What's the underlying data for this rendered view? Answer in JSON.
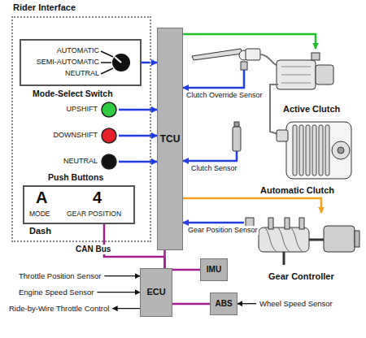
{
  "diagram": {
    "nodes": [
      {
        "text": [
          "Rider Interface"
        ]
      },
      {
        "text": [
          "AUTOMATIC",
          "SEMI-AUTOMATIC",
          "NEUTRAL",
          "Mode-Select Switch"
        ],
        "in": 0
      },
      {
        "text": [
          "UPSHIFT"
        ],
        "in": 0
      },
      {
        "text": [
          "DOWNSHIFT"
        ],
        "in": 0
      },
      {
        "text": [
          "NEUTRAL"
        ],
        "in": 0
      },
      {
        "text": [
          "A",
          "4",
          "MODE",
          "GEAR POSITION",
          "Dash"
        ],
        "in": 0
      },
      {
        "text": [
          "TCU"
        ]
      },
      {
        "text": [
          "Active Clutch"
        ]
      },
      {
        "text": [
          "Automatic Clutch"
        ]
      },
      {
        "text": [
          "Gear Controller"
        ]
      },
      {
        "text": [
          "ECU"
        ]
      },
      {
        "text": [
          "IMU"
        ]
      },
      {
        "text": [
          "ABS"
        ]
      }
    ],
    "edges": [
      {
        "from": 1,
        "to": 6,
        "arrow": "to"
      },
      {
        "from": 2,
        "to": 6,
        "arrow": "to"
      },
      {
        "from": 3,
        "to": 6,
        "arrow": "to"
      },
      {
        "from": 4,
        "to": 6,
        "arrow": "to"
      },
      {
        "from": 6,
        "to": 7,
        "arrow": "to"
      },
      {
        "from": 8,
        "to": 6,
        "label": "Clutch Sensor",
        "arrow": "to"
      },
      {
        "from": 6,
        "to": 9,
        "arrow": "to"
      },
      {
        "from": 9,
        "to": 6,
        "label": "Gear Position Sensor",
        "arrow": "to"
      },
      {
        "from": 6,
        "to": 10,
        "arrow": "none"
      },
      {
        "from": 5,
        "to": 10,
        "arrow": "none"
      },
      {
        "from": 10,
        "to": 11,
        "arrow": "none"
      },
      {
        "from": 10,
        "to": 12,
        "arrow": "none"
      }
    ],
    "labels": [
      "Push Buttons",
      "Clutch Override Sensor",
      "CAN Bus",
      "Throttle Position Sensor",
      "Engine Speed Sensor",
      "Ride-by-Wire Throttle Control",
      "Wheel Speed Sensor"
    ]
  }
}
